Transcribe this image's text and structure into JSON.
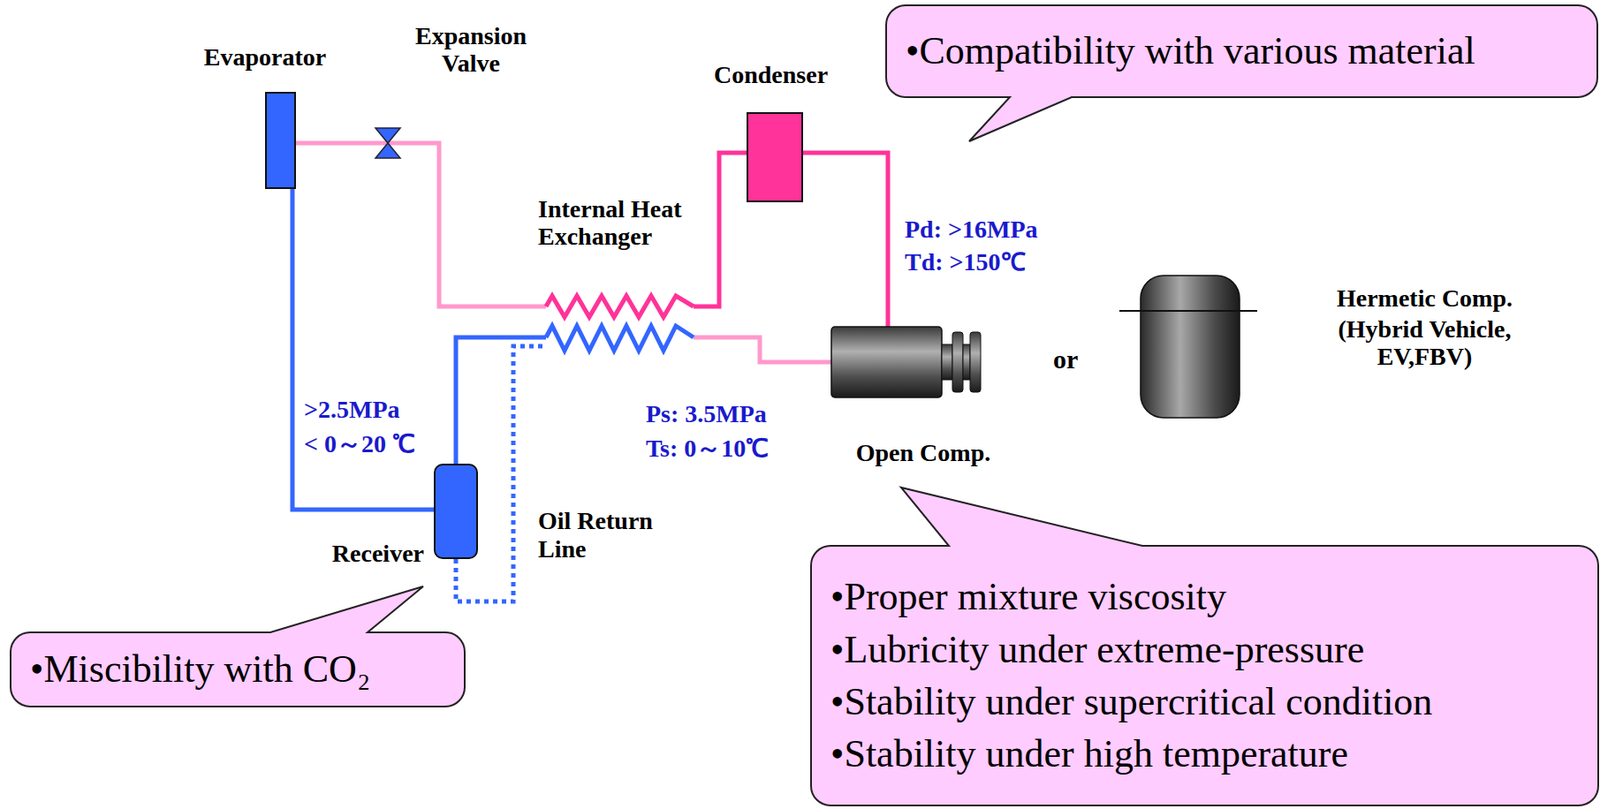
{
  "diagram": {
    "nodes": [
      {
        "text": [
          "Evaporator"
        ]
      },
      {
        "text": [
          "Expansion Valve"
        ]
      },
      {
        "text": [
          "Condenser"
        ]
      },
      {
        "text": [
          "•Compatibility with various material"
        ]
      },
      {
        "text": [
          "Internal Heat Exchanger"
        ]
      },
      {
        "text": [
          "Hermetic Comp.",
          "(Hybrid Vehicle, EV,FBV)"
        ]
      },
      {
        "text": [
          "Open Comp."
        ]
      },
      {
        "text": [
          "Receiver"
        ]
      },
      {
        "text": [
          "•Proper mixture viscosity",
          "•Lubricity  under extreme-pressure",
          "•Stability under supercritical condition",
          "•Stability under high temperature"
        ]
      },
      {
        "text": [
          "•Miscibility with CO₂"
        ]
      }
    ],
    "edges": [
      {
        "from": 6,
        "to": 2,
        "arrow": "none"
      },
      {
        "from": 2,
        "to": 4,
        "arrow": "none"
      },
      {
        "from": 4,
        "to": 1,
        "arrow": "none"
      },
      {
        "from": 1,
        "to": 0,
        "arrow": "none"
      },
      {
        "from": 0,
        "to": 7,
        "arrow": "none"
      },
      {
        "from": 7,
        "to": 4,
        "arrow": "none"
      },
      {
        "from": 7,
        "to": 4,
        "arrow": "none"
      },
      {
        "from": 4,
        "to": 6,
        "arrow": "none"
      }
    ],
    "labels": [
      "Pd: >16MPa",
      "Td: >150℃",
      ">2.5MPa",
      "< 0～20 ℃",
      "Ps: 3.5MPa",
      "Ts: 0～10℃",
      "or",
      "Oil Return Line"
    ]
  }
}
